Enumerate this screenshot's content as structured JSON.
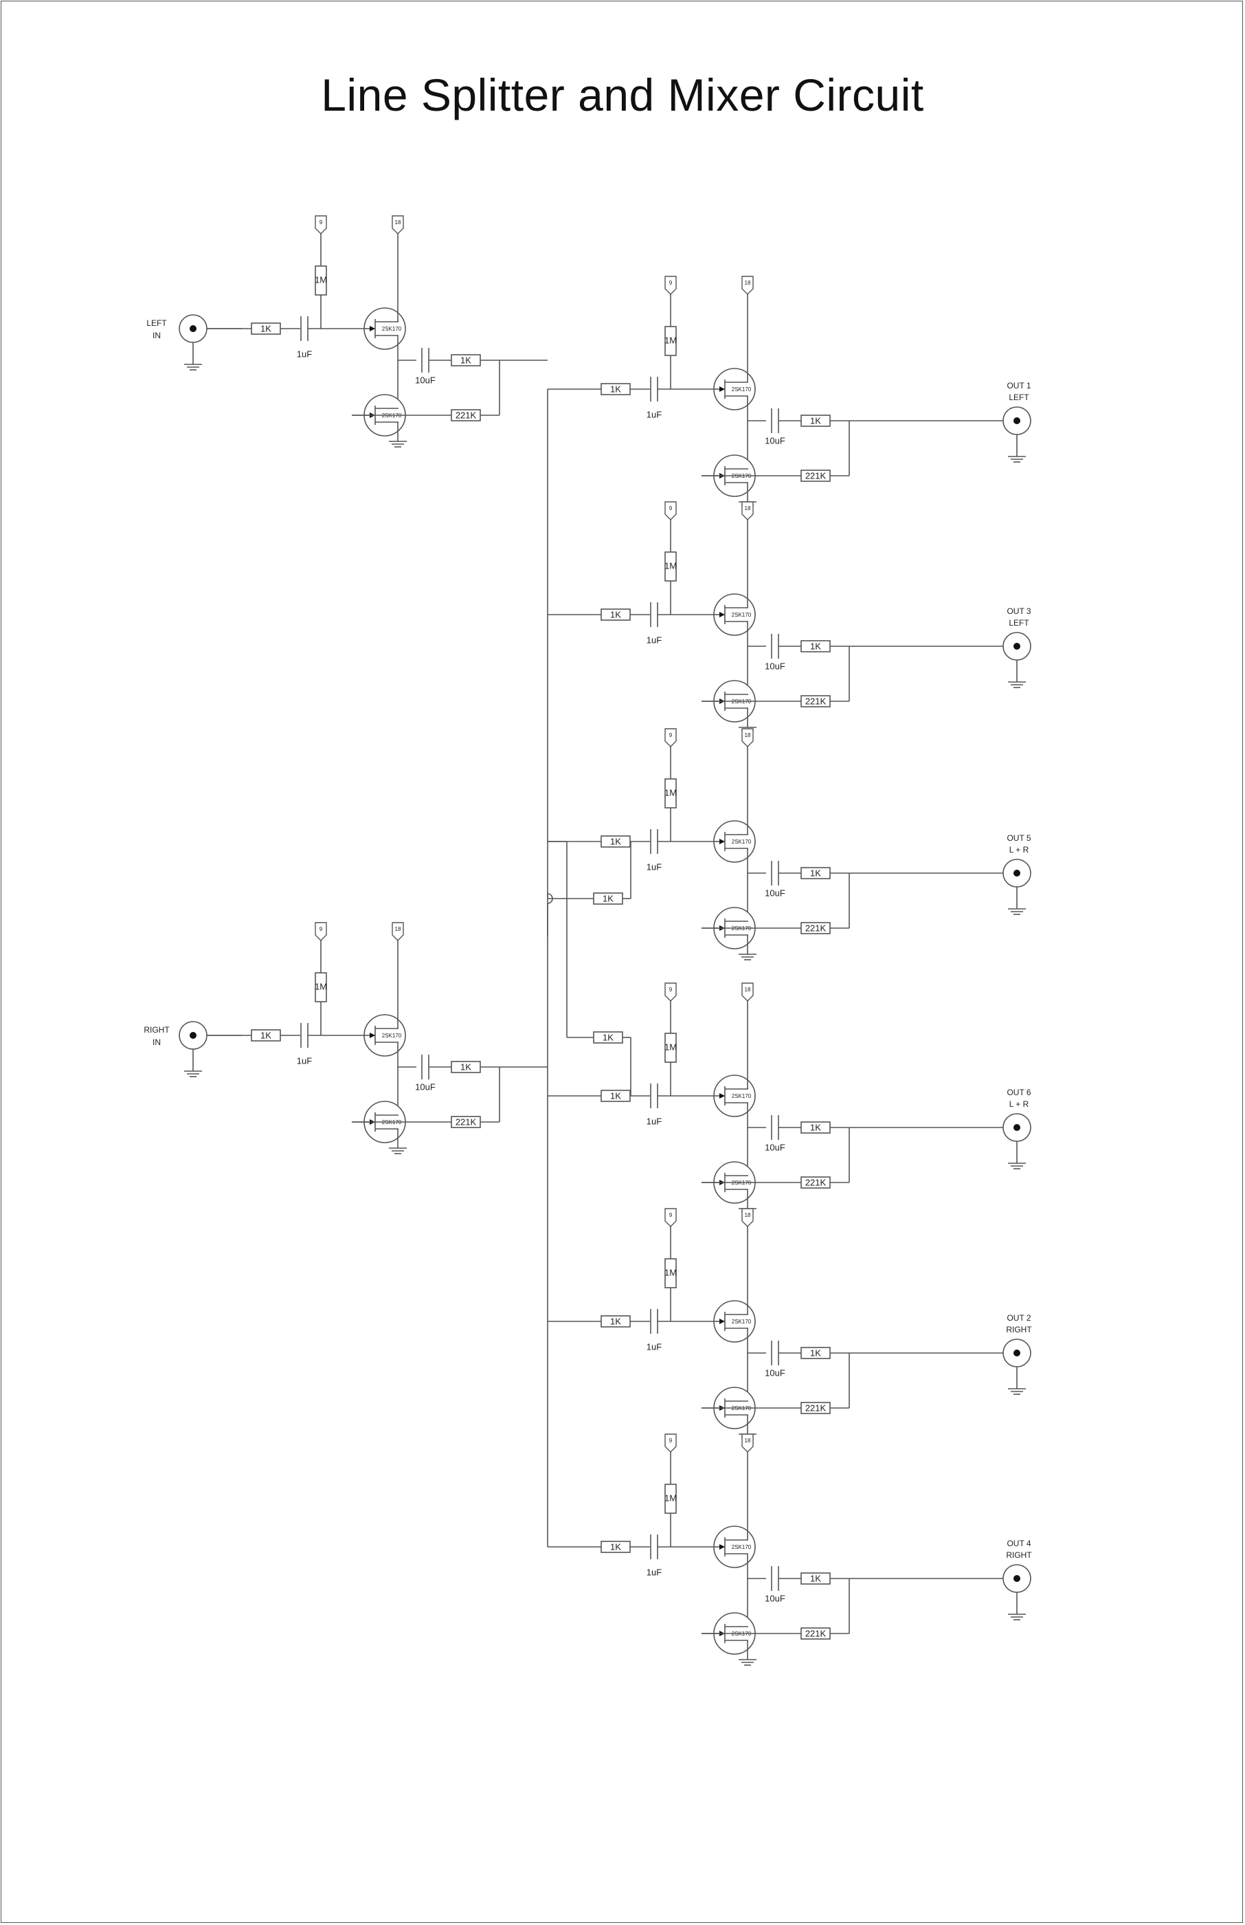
{
  "title": "Line Splitter and Mixer Circuit",
  "colors": {
    "wire": "#555555",
    "text": "#222222",
    "terminal": "#111111"
  },
  "part_labels": {
    "input_resistor": "1K",
    "coupling_cap_in": "1uF",
    "bias_resistor": "1M",
    "jfet": "2SK170",
    "coupling_cap_out": "10uF",
    "output_resistor": "1K",
    "feedback_resistor": "221K",
    "mix_resistor": "1K",
    "supply_low": "9",
    "supply_high": "18"
  },
  "inputs": [
    {
      "id": "left",
      "label_line1": "LEFT",
      "label_line2": "IN"
    },
    {
      "id": "right",
      "label_line1": "RIGHT",
      "label_line2": "IN"
    }
  ],
  "outputs": [
    {
      "id": "out1",
      "label_line1": "OUT 1",
      "label_line2": "LEFT",
      "source": "left"
    },
    {
      "id": "out3",
      "label_line1": "OUT 3",
      "label_line2": "LEFT",
      "source": "left"
    },
    {
      "id": "out5",
      "label_line1": "OUT 5",
      "label_line2": "L + R",
      "source": "mix"
    },
    {
      "id": "out6",
      "label_line1": "OUT 6",
      "label_line2": "L + R",
      "source": "mix"
    },
    {
      "id": "out2",
      "label_line1": "OUT 2",
      "label_line2": "RIGHT",
      "source": "right"
    },
    {
      "id": "out4",
      "label_line1": "OUT 4",
      "label_line2": "RIGHT",
      "source": "right"
    }
  ]
}
